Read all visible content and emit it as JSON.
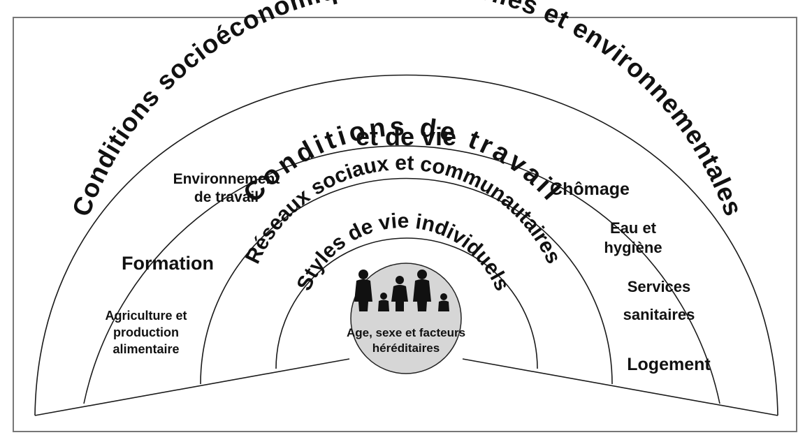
{
  "rings": {
    "outer": "Conditions socioéconomiques, culturelles et environnementales",
    "living_line1": "Conditions de travail",
    "living_line2": "et de vie",
    "social": "Réseaux sociaux et communautaires",
    "lifestyle": "Styles de vie individuels"
  },
  "core": {
    "line1": "Age, sexe et facteurs",
    "line2": "héréditaires",
    "icon": "family-silhouette-icon"
  },
  "factors": {
    "work_env_line1": "Environnement",
    "work_env_line2": "de travail",
    "education": "Formation",
    "agri_line1": "Agriculture et",
    "agri_line2": "production",
    "agri_line3": "alimentaire",
    "unemployment": "Chômage",
    "water_line1": "Eau et",
    "water_line2": "hygiène",
    "health_line1": "Services",
    "health_line2": "sanitaires",
    "housing": "Logement"
  }
}
